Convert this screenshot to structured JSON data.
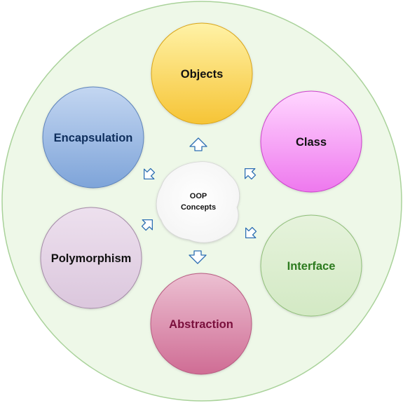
{
  "center": {
    "line1": "OOP",
    "line2": "Concepts"
  },
  "concepts": [
    {
      "id": "objects",
      "label": "Objects",
      "text_color": "#111111",
      "fill_top": "#fff2a6",
      "fill_bottom": "#f6c436",
      "stroke": "#d9a515"
    },
    {
      "id": "class",
      "label": "Class",
      "text_color": "#111111",
      "fill_top": "#ffd6ff",
      "fill_bottom": "#ee78ee",
      "stroke": "#cc40cc"
    },
    {
      "id": "interface",
      "label": "Interface",
      "text_color": "#2c7a1e",
      "fill_top": "#e6f3dc",
      "fill_bottom": "#d3e9c4",
      "stroke": "#8fbf78"
    },
    {
      "id": "abstraction",
      "label": "Abstraction",
      "text_color": "#7a0f3c",
      "fill_top": "#ecc0d2",
      "fill_bottom": "#cf6c94",
      "stroke": "#b85a80"
    },
    {
      "id": "polymorphism",
      "label": "Polymorphism",
      "text_color": "#111111",
      "fill_top": "#ede0ee",
      "fill_bottom": "#dbc7dd",
      "stroke": "#a48aa7"
    },
    {
      "id": "encapsulation",
      "label": "Encapsulation",
      "text_color": "#0e2e5c",
      "fill_top": "#c3d6f1",
      "fill_bottom": "#7ea4d9",
      "stroke": "#5d84bb"
    }
  ],
  "background": {
    "fill": "#eef8e8",
    "stroke": "#a9d29a"
  },
  "arrow_color": "#2f6fb3"
}
